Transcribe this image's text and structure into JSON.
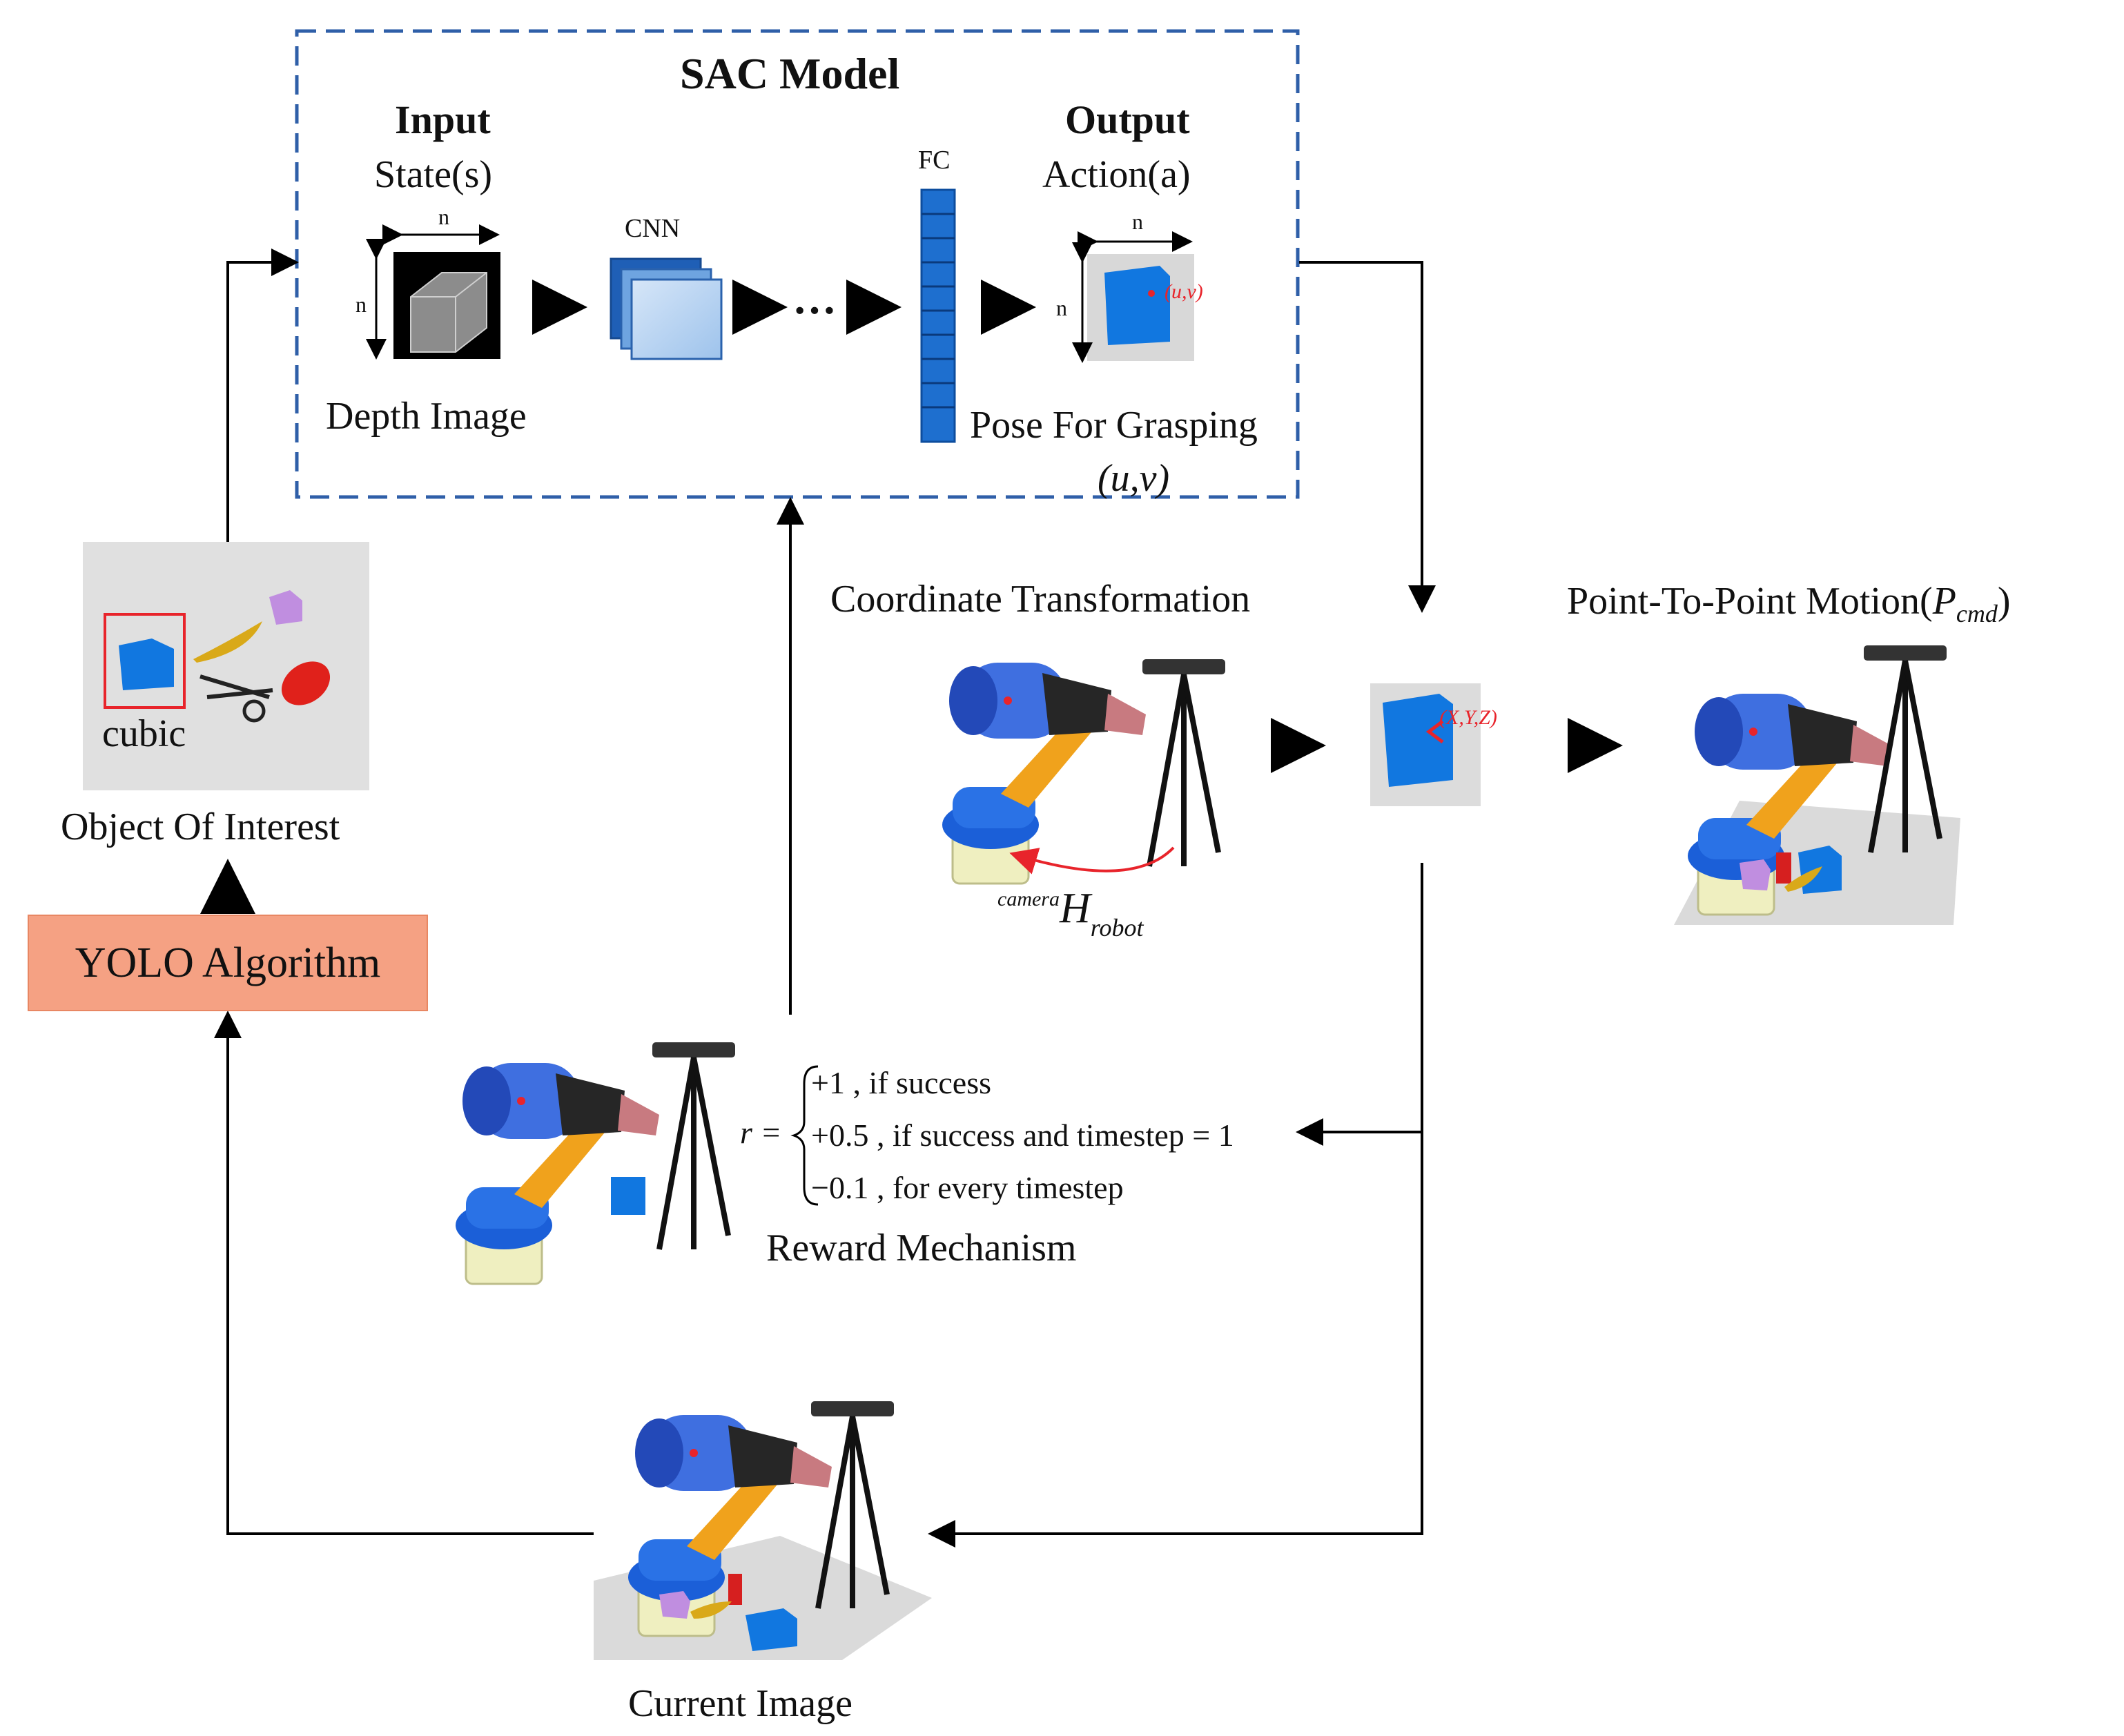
{
  "sac_model": {
    "title": "SAC Model",
    "input_title": "Input",
    "input_state": "State(s)",
    "depth_dim": "n",
    "depth_label": "Depth Image",
    "cnn_label": "CNN",
    "ellipsis": "···",
    "fc_label": "FC",
    "output_title": "Output",
    "output_action": "Action(a)",
    "output_dim": "n",
    "uv_marker": "(u,v)",
    "pose_label": "Pose For Grasping",
    "pose_coords": "(u,v)"
  },
  "object_panel": {
    "box_label": "cubic",
    "caption": "Object  Of  Interest"
  },
  "yolo": {
    "label": "YOLO Algorithm"
  },
  "coordinate": {
    "title": "Coordinate Transformation",
    "h_sup": "camera",
    "h_main": "H",
    "h_sub": "robot",
    "xyz_marker": "(X,Y,Z)"
  },
  "motion": {
    "title_prefix": "Point-To-Point Motion(",
    "title_var": "P",
    "title_sub": "cmd",
    "title_suffix": ")"
  },
  "reward": {
    "var": "r =",
    "lines": [
      "+1     , if success",
      "+0.5 ,  if success and timestep = 1",
      "−0.1 , for every timestep"
    ],
    "caption": "Reward Mechanism"
  },
  "current": {
    "caption": "Current Image"
  },
  "colors": {
    "dashed_frame": "#2f5fa8",
    "fc_bar": "#1e6fcf",
    "cube_blue": "#1177e0",
    "yolo_fill": "#f5a183",
    "marker_red": "#e8242b"
  }
}
